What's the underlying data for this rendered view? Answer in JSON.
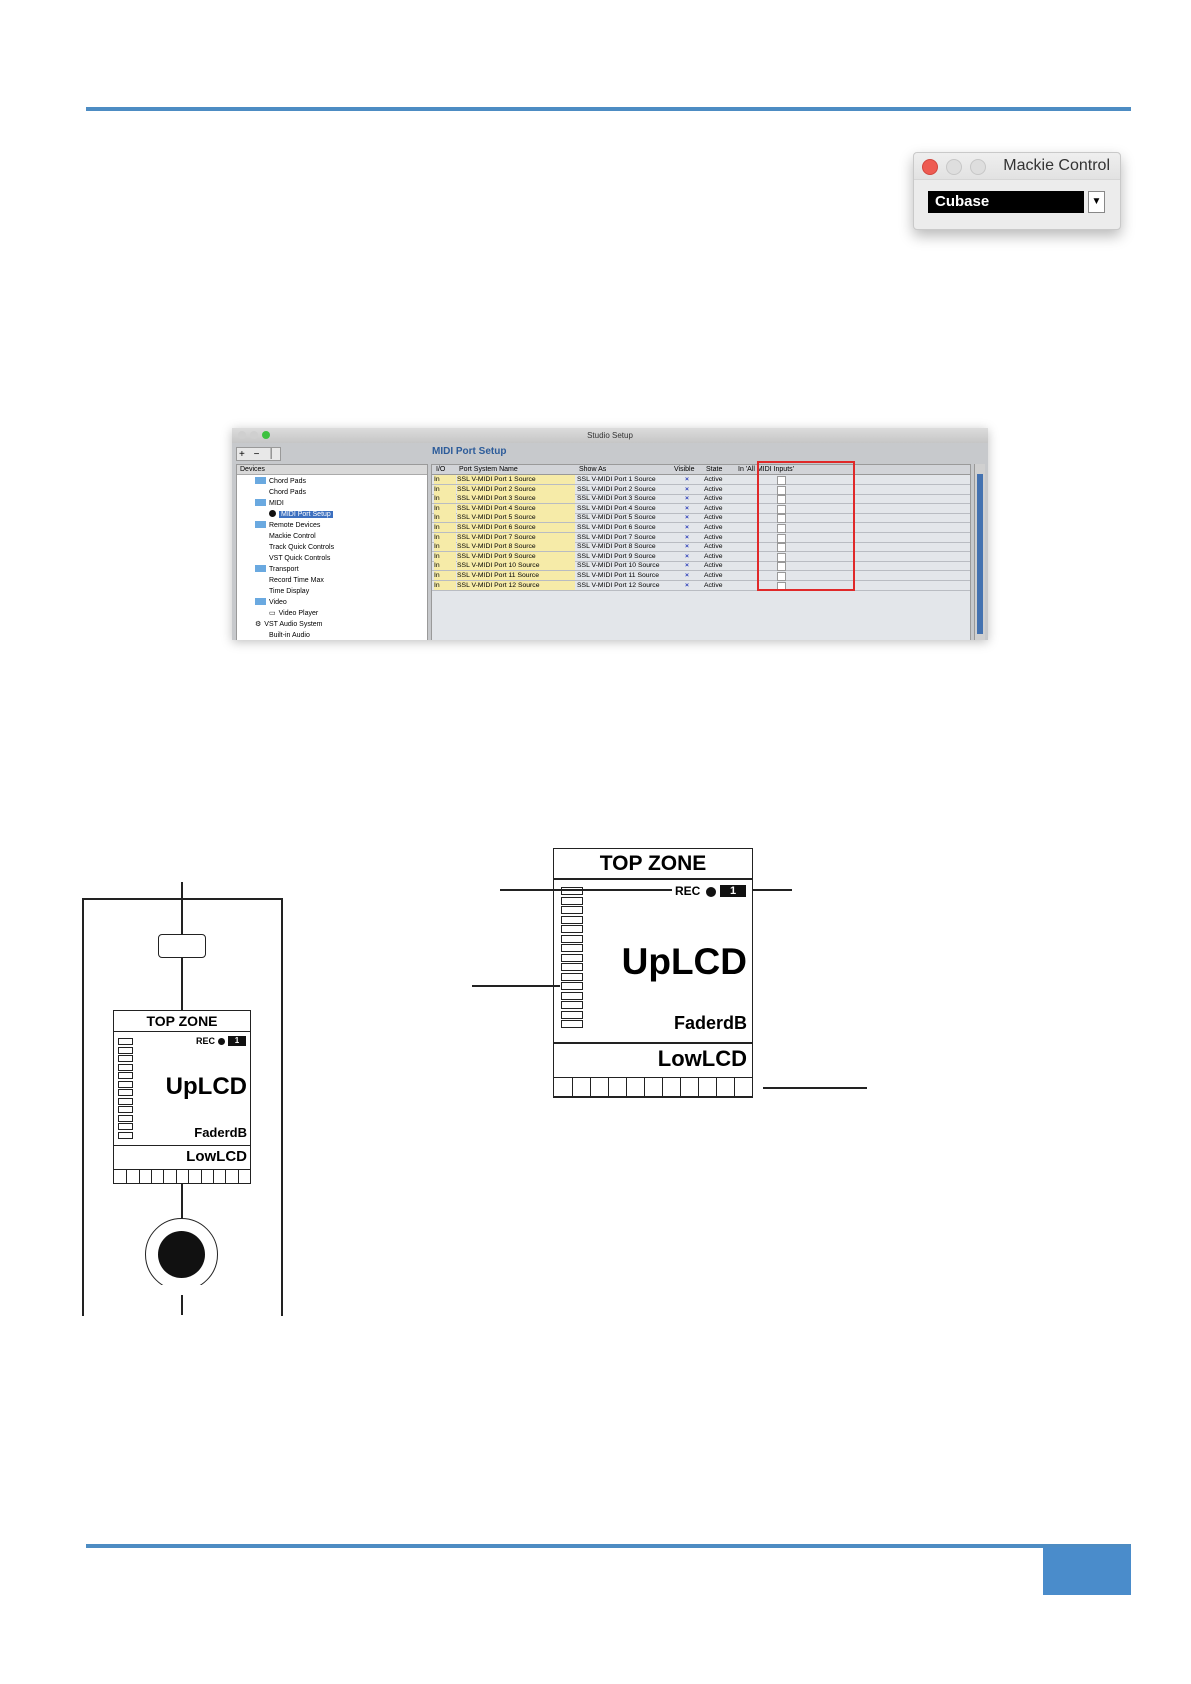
{
  "page": {
    "number": ""
  },
  "mackie_dialog": {
    "title": "Mackie Control",
    "value": "Cubase"
  },
  "studio_setup": {
    "title": "Studio Setup",
    "toolbar": "+ − ⏐",
    "panel_title": "MIDI Port Setup",
    "tree_header": "Devices",
    "tree_items": [
      "Chord Pads",
      "Chord Pads",
      "MIDI",
      "MIDI Port Setup",
      "Remote Devices",
      "Mackie Control",
      "Track Quick Controls",
      "VST Quick Controls",
      "Transport",
      "Record Time Max",
      "Time Display",
      "Video",
      "Video Player",
      "VST Audio System",
      "Built-in Audio"
    ],
    "columns": [
      "I/O",
      "Port System Name",
      "Show As",
      "Visible",
      "State",
      "In 'All MIDI Inputs'"
    ],
    "rows": [
      [
        "In",
        "SSL V-MIDI Port 1 Source",
        "SSL V-MIDI Port 1 Source",
        "×",
        "Active"
      ],
      [
        "In",
        "SSL V-MIDI Port 2 Source",
        "SSL V-MIDI Port 2 Source",
        "×",
        "Active"
      ],
      [
        "In",
        "SSL V-MIDI Port 3 Source",
        "SSL V-MIDI Port 3 Source",
        "×",
        "Active"
      ],
      [
        "In",
        "SSL V-MIDI Port 4 Source",
        "SSL V-MIDI Port 4 Source",
        "×",
        "Active"
      ],
      [
        "In",
        "SSL V-MIDI Port 5 Source",
        "SSL V-MIDI Port 5 Source",
        "×",
        "Active"
      ],
      [
        "In",
        "SSL V-MIDI Port 6 Source",
        "SSL V-MIDI Port 6 Source",
        "×",
        "Active"
      ],
      [
        "In",
        "SSL V-MIDI Port 7 Source",
        "SSL V-MIDI Port 7 Source",
        "×",
        "Active"
      ],
      [
        "In",
        "SSL V-MIDI Port 8 Source",
        "SSL V-MIDI Port 8 Source",
        "×",
        "Active"
      ],
      [
        "In",
        "SSL V-MIDI Port 9 Source",
        "SSL V-MIDI Port 9 Source",
        "×",
        "Active"
      ],
      [
        "In",
        "SSL V-MIDI Port 10 Source",
        "SSL V-MIDI Port 10 Source",
        "×",
        "Active"
      ],
      [
        "In",
        "SSL V-MIDI Port 11 Source",
        "SSL V-MIDI Port 11 Source",
        "×",
        "Active"
      ],
      [
        "In",
        "SSL V-MIDI Port 12 Source",
        "SSL V-MIDI Port 12 Source",
        "×",
        "Active"
      ]
    ]
  },
  "lcd": {
    "top_zone": "TOP ZONE",
    "rec": "REC",
    "channel": "1",
    "upper": "UpLCD",
    "fader": "FaderdB",
    "lower": "LowLCD"
  }
}
